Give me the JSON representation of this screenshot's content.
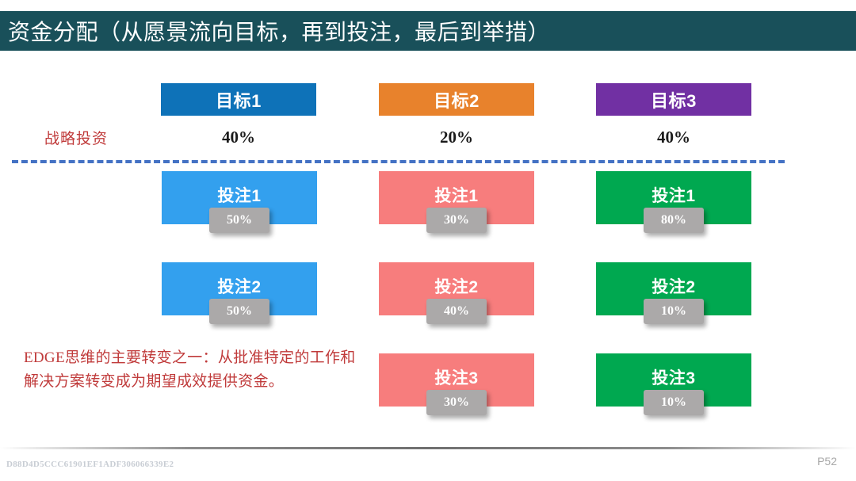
{
  "slide": {
    "title": "资金分配（从愿景流向目标，再到投注，最后到举措）",
    "title_bar_color": "#19505A",
    "strategy_label": "战略投资",
    "strategy_label_color": "#C03B3B",
    "divider_color": "#4472C4",
    "note": "EDGE思维的主要转变之一：从批准特定的工作和解决方案转变成为期望成效提供资金。",
    "note_color": "#C03B3B",
    "page_number": "P52",
    "watermark": "D88D4D5CCC61901EF1ADF306066339E2",
    "badge_color": "#ABA9A9"
  },
  "columns": [
    {
      "goal_label": "目标1",
      "goal_color": "#0E72B8",
      "allocation": "40%",
      "bet_color": "#33A0EE",
      "bets": [
        {
          "label": "投注1",
          "pct": "50%"
        },
        {
          "label": "投注2",
          "pct": "50%"
        }
      ]
    },
    {
      "goal_label": "目标2",
      "goal_color": "#E8822C",
      "allocation": "20%",
      "bet_color": "#F77D7D",
      "bets": [
        {
          "label": "投注1",
          "pct": "30%"
        },
        {
          "label": "投注2",
          "pct": "40%"
        },
        {
          "label": "投注3",
          "pct": "30%"
        }
      ]
    },
    {
      "goal_label": "目标3",
      "goal_color": "#7130A3",
      "allocation": "40%",
      "bet_color": "#00A850",
      "bets": [
        {
          "label": "投注1",
          "pct": "80%"
        },
        {
          "label": "投注2",
          "pct": "10%"
        },
        {
          "label": "投注3",
          "pct": "10%"
        }
      ]
    }
  ]
}
